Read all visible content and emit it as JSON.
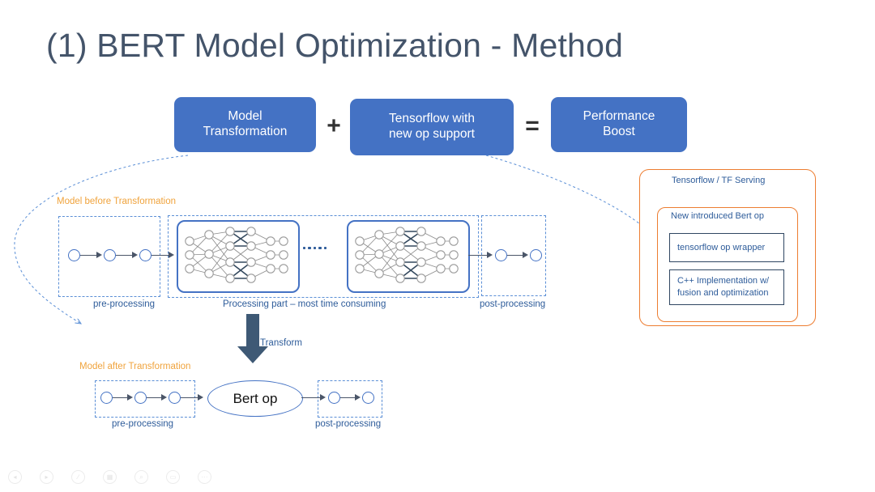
{
  "slide": {
    "title": "(1) BERT Model Optimization - Method"
  },
  "formula": {
    "boxes": [
      {
        "id": "model-transformation",
        "line1": "Model",
        "line2": "Transformation"
      },
      {
        "id": "tensorflow",
        "line1": "Tensorflow with",
        "line2": "new op support"
      },
      {
        "id": "performance",
        "line1": "Performance",
        "line2": "Boost"
      }
    ],
    "plus": "+",
    "equals": "="
  },
  "before": {
    "section_label": "Model before Transformation",
    "pre_processing_caption": "pre-processing",
    "processing_caption": "Processing part – most time consuming",
    "post_processing_caption": "post-processing",
    "ellipsis": "·····"
  },
  "transform": {
    "label": "Transform"
  },
  "after": {
    "section_label": "Model after Transformation",
    "pre_processing_caption": "pre-processing",
    "post_processing_caption": "post-processing",
    "bert_op_label": "Bert op"
  },
  "runtime_panel": {
    "outer_title": "Tensorflow / TF Serving",
    "inner_title": "New introduced Bert op",
    "items": [
      {
        "id": "op-wrapper",
        "line1": "tensorflow op wrapper",
        "line2": ""
      },
      {
        "id": "cpp-impl",
        "line1": "C++ Implementation w/",
        "line2": "fusion and optimization"
      }
    ]
  },
  "toolbar": {
    "icons": [
      {
        "name": "previous-slide-icon",
        "glyph": "◂"
      },
      {
        "name": "next-slide-icon",
        "glyph": "▸"
      },
      {
        "name": "pen-icon",
        "glyph": "∕"
      },
      {
        "name": "slides-grid-icon",
        "glyph": "▦"
      },
      {
        "name": "zoom-icon",
        "glyph": "⌕"
      },
      {
        "name": "present-icon",
        "glyph": "▭"
      },
      {
        "name": "more-options-icon",
        "glyph": "···"
      }
    ]
  },
  "colors": {
    "blue_box": "#4472C4",
    "orange_panel": "#ED7D31",
    "orange_label": "#F0A33C",
    "title_text": "#44546A",
    "caption_text": "#2E5C9A",
    "navy_border": "#2F4661",
    "arrow_gray": "#4A5568"
  }
}
